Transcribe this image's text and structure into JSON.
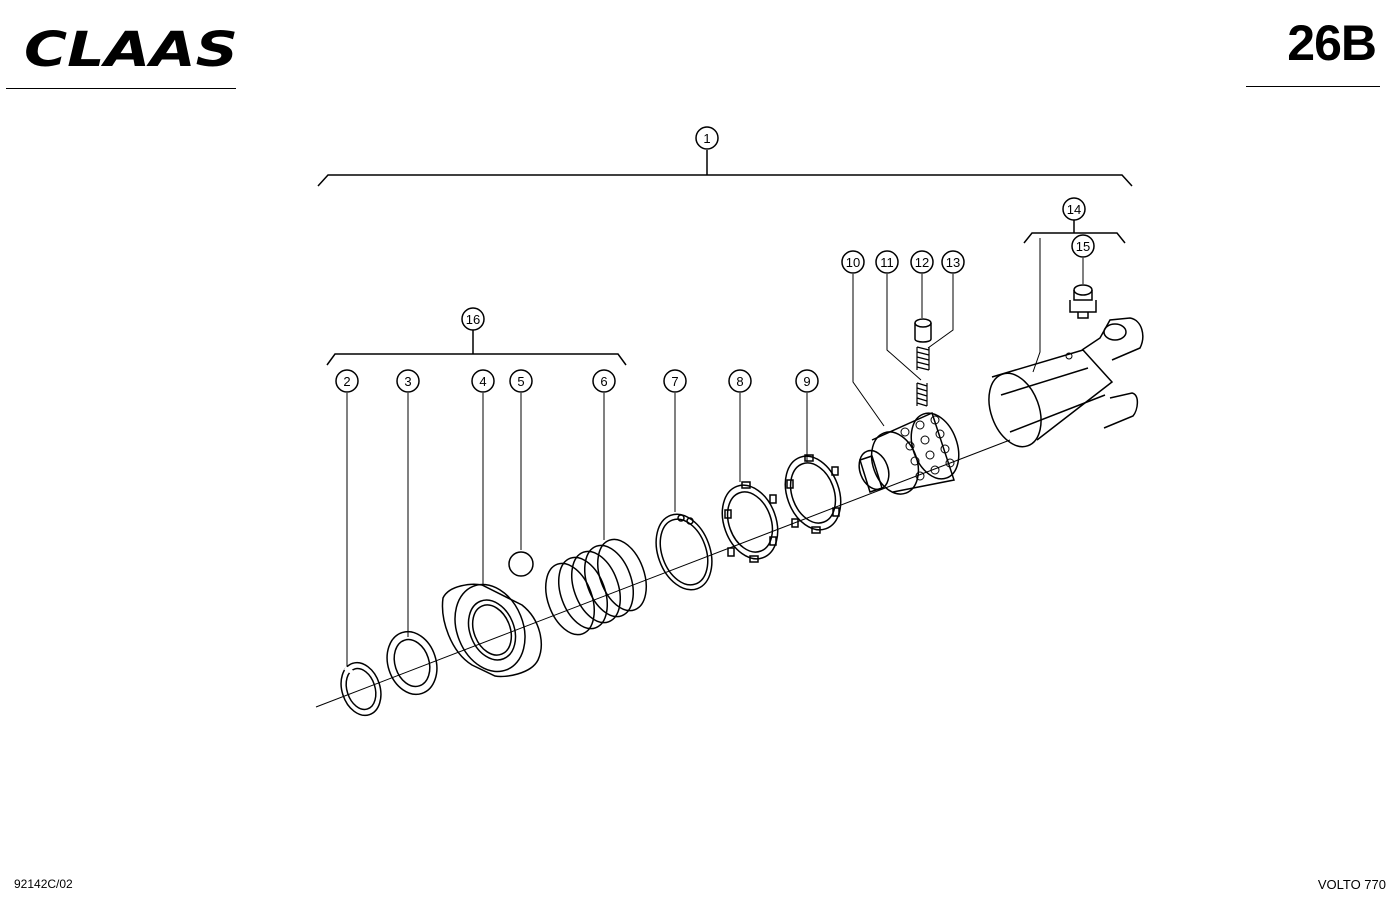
{
  "brand": {
    "logo_text": "CLAAS"
  },
  "page_number": "26B",
  "drawing_code": "92142C/02",
  "model_name": "VOLTO 770",
  "callouts": [
    "1",
    "2",
    "3",
    "4",
    "5",
    "6",
    "7",
    "8",
    "9",
    "10",
    "11",
    "12",
    "13",
    "14",
    "15",
    "16"
  ],
  "colors": {
    "line": "#000000",
    "background": "#ffffff"
  }
}
